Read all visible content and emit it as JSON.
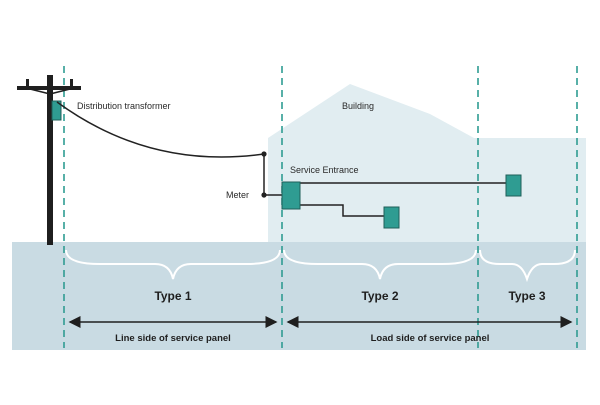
{
  "labels": {
    "distribution_transformer": "Distribution transformer",
    "building": "Building",
    "service_entrance": "Service Entrance",
    "meter": "Meter"
  },
  "types": [
    "Type 1",
    "Type 2",
    "Type 3"
  ],
  "sides": {
    "line": "Line side of service panel",
    "load": "Load side of service panel"
  },
  "colors": {
    "ground": "#c9dbe3",
    "building": "#e1edf1",
    "device": "#2f9c92",
    "divider": "#2f9c92",
    "wire": "#222222"
  },
  "icons": [
    "utility-pole-icon",
    "transformer-icon",
    "meter-icon",
    "service-panel-icon",
    "load-box-icon",
    "double-arrow-icon",
    "brace-icon"
  ]
}
